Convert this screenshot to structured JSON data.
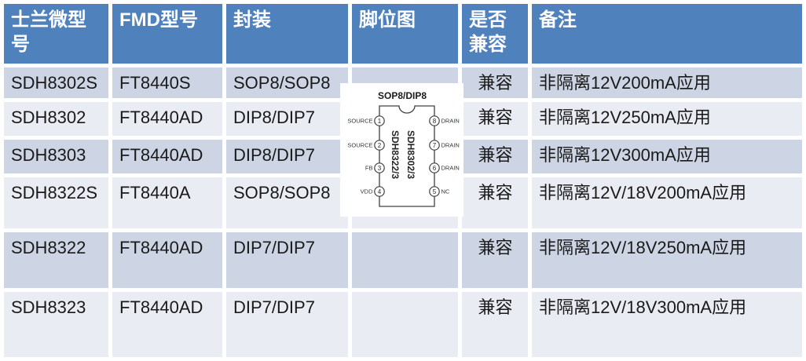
{
  "table": {
    "headers": [
      "士兰微型号",
      "FMD型号",
      "封装",
      "脚位图",
      "是否兼容",
      "备注"
    ],
    "rows": [
      {
        "silan": "SDH8302S",
        "fmd": "FT8440S",
        "package": "SOP8/SOP8",
        "compatible": "兼容",
        "remark": "非隔离12V200mA应用"
      },
      {
        "silan": "SDH8302",
        "fmd": "FT8440AD",
        "package": "DIP8/DIP7",
        "compatible": "兼容",
        "remark": "非隔离12V250mA应用"
      },
      {
        "silan": "SDH8303",
        "fmd": "FT8440AD",
        "package": "DIP8/DIP7",
        "compatible": "兼容",
        "remark": "非隔离12V300mA应用"
      },
      {
        "silan": "SDH8322S",
        "fmd": "FT8440A",
        "package": "SOP8/SOP8",
        "compatible": "兼容",
        "remark": "非隔离12V/18V200mA应用"
      },
      {
        "silan": "SDH8322",
        "fmd": "FT8440AD",
        "package": "DIP7/DIP7",
        "compatible": "兼容",
        "remark": "非隔离12V/18V250mA应用"
      },
      {
        "silan": "SDH8323",
        "fmd": "FT8440AD",
        "package": "DIP7/DIP7",
        "compatible": "兼容",
        "remark": "非隔离12V/18V300mA应用"
      }
    ]
  },
  "pinout": {
    "title": "SOP8/DIP8",
    "chip_labels": {
      "left": "SDH8322/3",
      "right": "SDH8302/3"
    },
    "left_pins": [
      {
        "num": "1",
        "name": "SOURCE"
      },
      {
        "num": "2",
        "name": "SOURCE"
      },
      {
        "num": "3",
        "name": "FB"
      },
      {
        "num": "4",
        "name": "VDD"
      }
    ],
    "right_pins": [
      {
        "num": "8",
        "name": "DRAIN"
      },
      {
        "num": "7",
        "name": "DRAIN"
      },
      {
        "num": "6",
        "name": "DRAIN"
      },
      {
        "num": "5",
        "name": "NC"
      }
    ]
  },
  "colors": {
    "header_bg": "#4f81bd",
    "header_text": "#ffffff",
    "row_band_dark": "#cdd4e4",
    "row_band_light": "#e9ecf3",
    "gridline": "#ffffff",
    "body_text": "#1a1a1a"
  }
}
